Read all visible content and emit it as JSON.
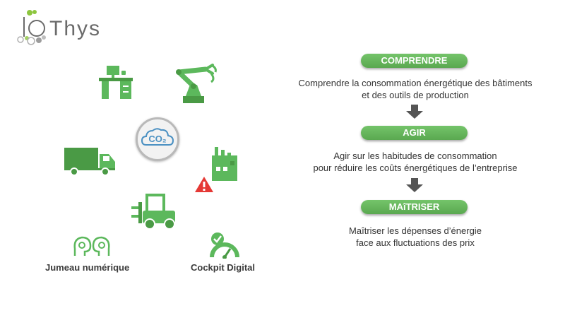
{
  "brand": {
    "logo_text": "IoThys"
  },
  "left": {
    "co2_label": "CO₂",
    "captions": {
      "digital_twin": "Jumeau numérique",
      "cockpit": "Cockpit Digital"
    }
  },
  "steps": [
    {
      "label": "COMPRENDRE",
      "line1": "Comprendre la consommation énergétique des bâtiments",
      "line2": "et des outils de production"
    },
    {
      "label": "AGIR",
      "line1": "Agir sur les habitudes de consommation",
      "line2": "pour réduire les coûts énergétiques de l’entreprise"
    },
    {
      "label": "MAîTRISER",
      "line1": "Maîtriser les dépenses d’énergie",
      "line2": "face aux fluctuations des prix"
    }
  ],
  "colors": {
    "green": "#5cb85c",
    "dark_green": "#4a9a45",
    "gray": "#6b6b6b",
    "arrow": "#555555",
    "warning": "#e53935"
  }
}
